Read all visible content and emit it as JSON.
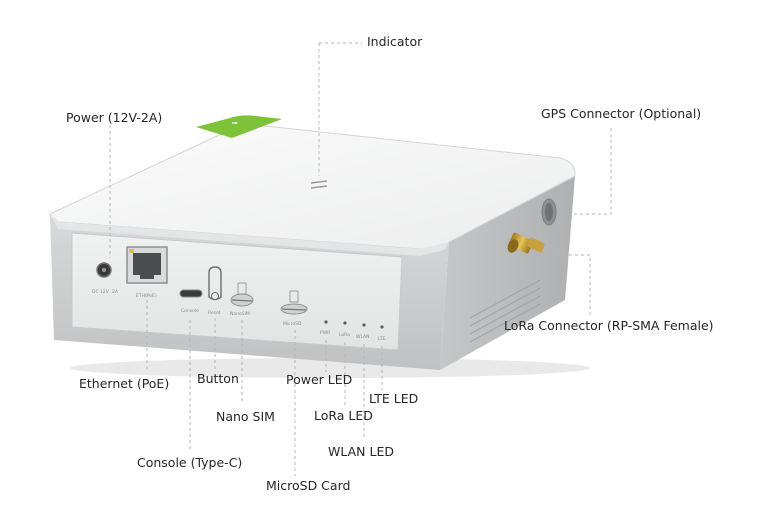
{
  "labels": {
    "indicator": "Indicator",
    "power": "Power (12V-2A)",
    "gps": "GPS Connector (Optional)",
    "lora_connector": "LoRa Connector (RP-SMA Female)",
    "ethernet": "Ethernet (PoE)",
    "button": "Button",
    "power_led": "Power LED",
    "lte_led": "LTE LED",
    "lora_led": "LoRa LED",
    "nano_sim": "Nano SIM",
    "wlan_led": "WLAN LED",
    "console": "Console (Type-C)",
    "microsd": "MicroSD Card"
  },
  "port_markings": {
    "dc": "DC 12V",
    "dc_current": "2A",
    "ethernet": "ETH(PoE)",
    "console": "Console",
    "reset": "Reset",
    "nano_sim": "NanoSIM",
    "micro_sd": "MicroSD",
    "pwr": "PWR",
    "lora": "LoRa",
    "wlan": "WLAN",
    "lte": "LTE"
  },
  "colors": {
    "accent_green": "#7ec23a",
    "body_gray": "#c9cbcc",
    "top_white": "#f4f5f5",
    "leader_line": "#b5b5b5"
  }
}
